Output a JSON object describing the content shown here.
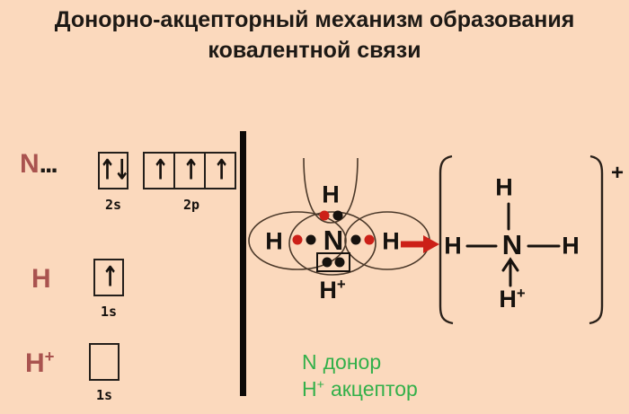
{
  "title": {
    "line1": "Донорно-акцепторный механизм образования",
    "line2": "ковалентной связи"
  },
  "colors": {
    "background": "#fbd9bd",
    "ink": "#1d1915",
    "label_red": "#a9534f",
    "accent_red": "#cc2018",
    "green": "#33b04a",
    "curve": "#4a3829"
  },
  "left_panel": {
    "nitrogen": {
      "symbol": "N",
      "ellipsis": "...",
      "orbitals": [
        {
          "label": "2s",
          "cells": [
            "↑↓"
          ]
        },
        {
          "label": "2p",
          "cells": [
            "↑",
            "↑",
            "↑"
          ]
        }
      ]
    },
    "hydrogen": {
      "symbol": "H",
      "orbitals": [
        {
          "label": "1s",
          "cells": [
            "↑"
          ]
        }
      ]
    },
    "proton": {
      "symbol": "H",
      "charge": "+",
      "orbitals": [
        {
          "label": "1s",
          "cells": [
            ""
          ]
        }
      ]
    }
  },
  "lewis_structure": {
    "top_h": "H",
    "left_h": "H",
    "central_atom": "N",
    "right_h": "H",
    "proton": {
      "base": "H",
      "charge": "+"
    }
  },
  "product_ion": {
    "top_h": "H",
    "left_h": "H",
    "central_atom": "N",
    "right_h": "H",
    "proton": {
      "base": "H",
      "charge": "+"
    },
    "ion_charge": "+"
  },
  "captions": {
    "donor": {
      "symbol": "N",
      "text": "донор"
    },
    "acceptor": {
      "symbol": "H",
      "charge": "+",
      "text": "акцептор"
    }
  }
}
